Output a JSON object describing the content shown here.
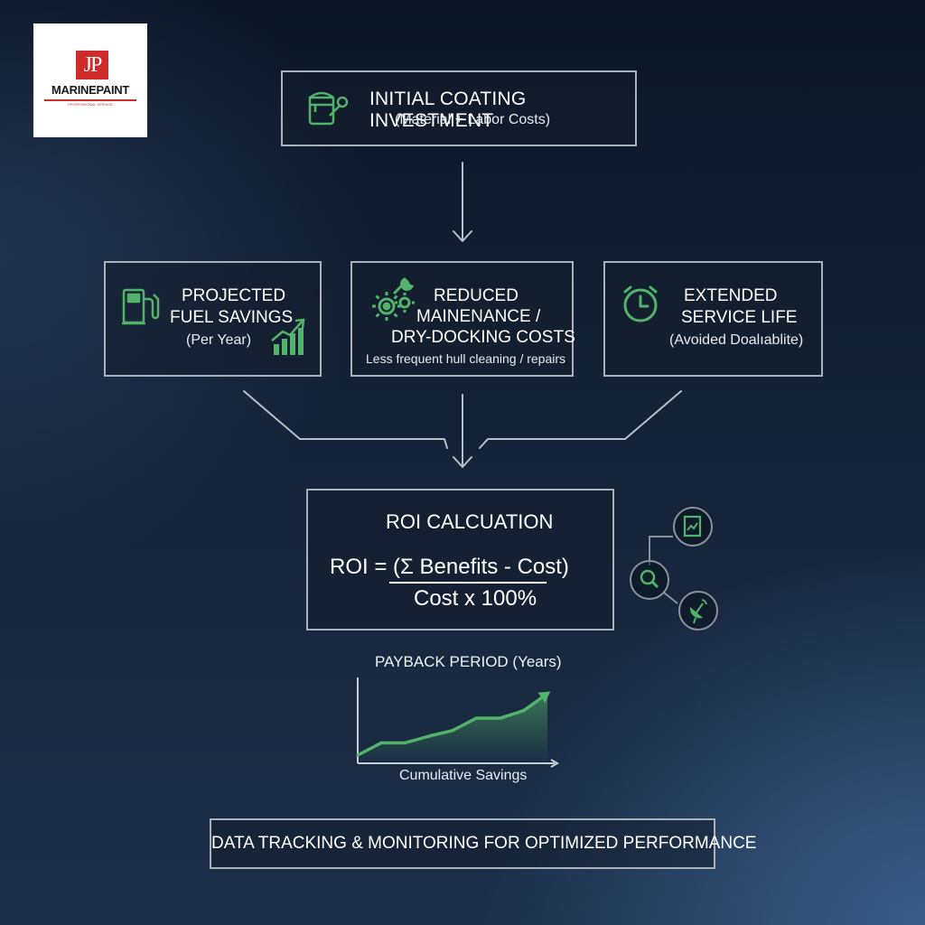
{
  "logo": {
    "mark": "JP",
    "name": "MARINEPAINT",
    "tagline": "PROFESSIONAL SERVICE"
  },
  "top_box": {
    "title": "INITIAL COATING INVESTMENT",
    "subtitle": "(Material + Labor Costs)",
    "icon": "paint-bucket-wrench-icon"
  },
  "fuel_box": {
    "line1": "PROJECTED",
    "line2": "FUEL SAVINGS",
    "line3": "(Per Year)",
    "icon": "fuel-pump-icon",
    "icon2": "rising-bar-chart-icon"
  },
  "maint_box": {
    "line1": "REDUCED",
    "line2": "MAINENANCE /",
    "line3": "DRY-DOCKING COSTS",
    "line4": "Less frequent hull cleaning / repairs",
    "icon": "gears-wrench-icon"
  },
  "life_box": {
    "line1": "EXTENDED",
    "line2": "SERVICE LIFE",
    "line3": "(Avoided Doalıablite)",
    "icon": "clock-icon"
  },
  "roi": {
    "title": "ROI CALCUATION",
    "numerator": "ROI = (Σ Benefits - Cost)",
    "denominator": "Cost x 100%"
  },
  "network_icons": [
    "report-icon",
    "search-icon",
    "satellite-dish-icon"
  ],
  "chart_data": {
    "type": "line",
    "title": "PAYBACK PERIOD (Years)",
    "xlabel": "Cumulative Savings",
    "ylabel": "",
    "x": [
      0,
      1,
      2,
      3,
      4,
      5,
      6,
      7,
      8
    ],
    "values": [
      0,
      1.3,
      1.3,
      2.0,
      2.6,
      3.9,
      3.9,
      4.7,
      6.5
    ],
    "ylim": [
      0,
      8
    ],
    "color": "#52b46a",
    "fill": true,
    "grid": false
  },
  "footer": {
    "text": "DATA TRACKING & MONITORING FOR OPTIMIZED PERFORMANCE"
  },
  "colors": {
    "accent": "#52b46a",
    "border": "#a9b1bb",
    "logo_red": "#cf2b2b"
  }
}
